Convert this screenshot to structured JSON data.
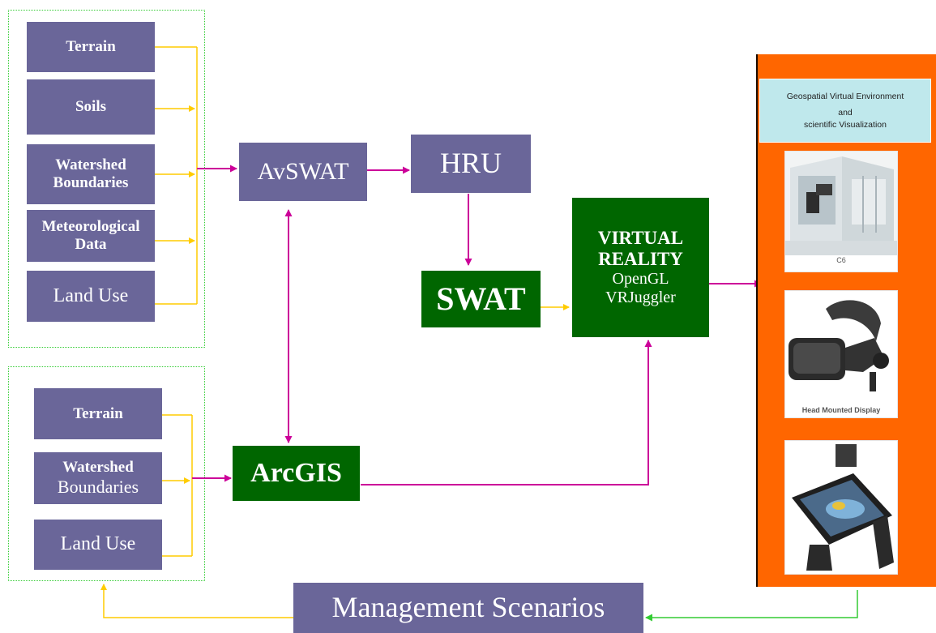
{
  "inputs_top": {
    "terrain": "Terrain",
    "soils": "Soils",
    "watershed_line1": "Watershed",
    "watershed_line2": "Boundaries",
    "meteo_line1": "Meteorological",
    "meteo_line2": "Data",
    "land_use": "Land Use"
  },
  "inputs_bottom": {
    "terrain": "Terrain",
    "watershed_line1": "Watershed",
    "watershed_line2": "Boundaries",
    "land_use": "Land Use"
  },
  "nodes": {
    "avswat": "AvSWAT",
    "hru": "HRU",
    "swat": "SWAT",
    "arcgis": "ArcGIS",
    "vr_line1": "VIRTUAL",
    "vr_line2": "REALITY",
    "vr_line3": "OpenGL",
    "vr_line4": "VRJuggler",
    "management": "Management Scenarios"
  },
  "panel": {
    "head_line1": "Geospatial Virtual Environment",
    "head_line2": "and",
    "head_line3": "scientific Visualization",
    "caption_c6": "C6",
    "caption_hmd": "Head Mounted Display"
  },
  "colors": {
    "purple_box": "#6a6699",
    "green_box": "#006600",
    "arrow_yellow": "#ffcc00",
    "arrow_magenta": "#cc0099",
    "arrow_green": "#33cc33",
    "panel_orange": "#ff6600"
  }
}
